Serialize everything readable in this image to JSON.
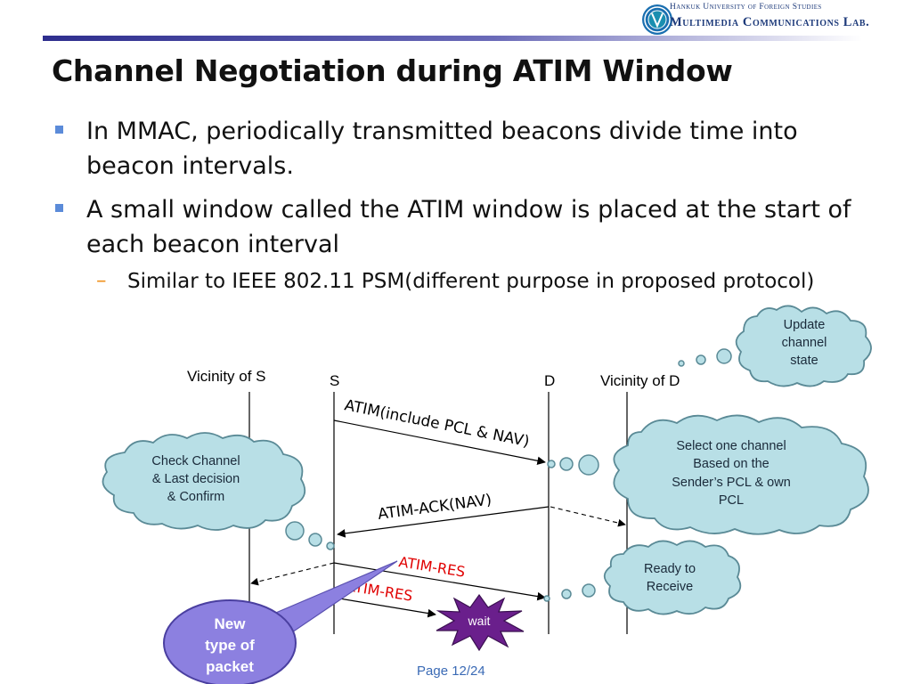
{
  "header": {
    "logo_line1": "Hankuk University of Foreign Studies",
    "logo_line2": "Multimedia Communications Lab."
  },
  "title": "Channel Negotiation during ATIM Window",
  "bullets": [
    "In MMAC, periodically transmitted beacons divide time into beacon intervals.",
    "A small window called  the ATIM window is placed at the start of each beacon interval"
  ],
  "sub_bullet": "Similar to IEEE 802.11 PSM(different purpose in proposed protocol)",
  "diagram": {
    "lane_vicinity_s": "Vicinity of S",
    "lane_s": "S",
    "lane_d": "D",
    "lane_vicinity_d": "Vicinity of D",
    "msg_atim": "ATIM(include PCL & NAV)",
    "msg_atim_ack": "ATIM-ACK(NAV)",
    "msg_atim_res_1": "ATIM-RES",
    "msg_atim_res_2": "ATIM-RES",
    "cloud_update": [
      "Update",
      "channel",
      "state"
    ],
    "cloud_select": [
      "Select one channel",
      "Based on the",
      "Sender’s PCL & own",
      "PCL"
    ],
    "cloud_check": [
      "Check Channel",
      "& Last decision",
      "& Confirm"
    ],
    "cloud_ready": [
      "Ready to",
      "Receive"
    ],
    "burst_wait": "wait",
    "callout_new": [
      "New",
      "type of",
      "packet"
    ]
  },
  "footer": {
    "page_label": "Page ",
    "page_current": "12",
    "page_total": "/24"
  },
  "colors": {
    "header_bar": "#3a3a9a",
    "cloud_fill": "#b8dfe6",
    "accent_red": "#e00000",
    "callout_fill": "#8c80e0",
    "burst_fill": "#6a1f8c",
    "page_blue": "#3a6ab5"
  }
}
